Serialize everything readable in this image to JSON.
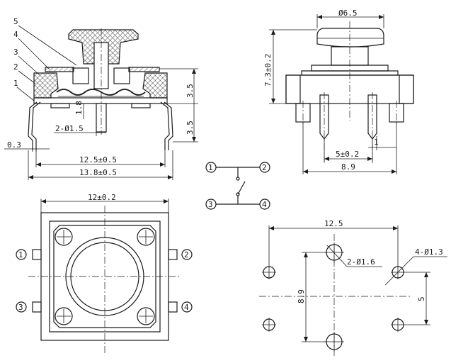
{
  "colors": {
    "line": "#1a1a1a",
    "background": "#ffffff"
  },
  "section_view": {
    "part_labels": [
      "5",
      "4",
      "3",
      "2",
      "1"
    ],
    "dims": {
      "body_height": "3.5",
      "terminal_height": "3.5",
      "lead_dia": "1.8",
      "pin_dia": "2-Ø1.5",
      "lead_thickness": "0.3",
      "body_width": "12.5±0.5",
      "overall_width": "13.8±0.5"
    }
  },
  "side_view": {
    "dims": {
      "knob_dia": "Ø6.5",
      "height": "7.3±0.2",
      "pin_width": "1",
      "pin_pitch": "5±0.2",
      "base_width": "8.9"
    }
  },
  "schematic": {
    "terminals": [
      "1",
      "2",
      "3",
      "4"
    ]
  },
  "top_view": {
    "dims": {
      "width": "12±0.2"
    },
    "terminals": [
      "1",
      "2",
      "3",
      "4"
    ]
  },
  "pcb_layout": {
    "dims": {
      "width": "12.5",
      "height": "8.9",
      "pitch": "5",
      "hole_small": "2-Ø1.6",
      "hole_large": "4-Ø1.3"
    }
  }
}
